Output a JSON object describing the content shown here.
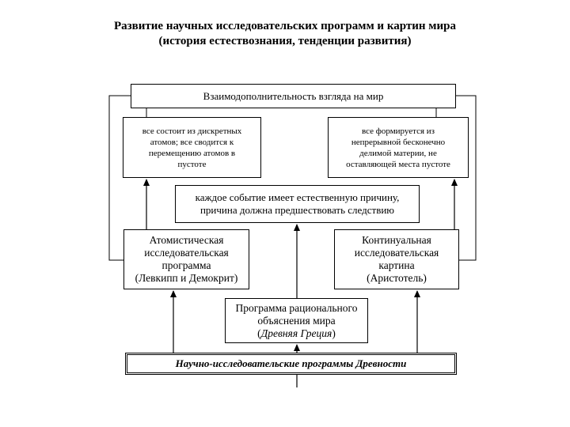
{
  "title": {
    "line1": "Развитие научных исследовательских программ и картин мира",
    "line2": "(история естествознания, тенденции развития)"
  },
  "top_box": "Взаимодополнительность взгляда на мир",
  "left_box": {
    "lines": [
      "все состоит из дискретных",
      "атомов; все сводится к",
      "перемещению атомов в",
      "пустоте"
    ]
  },
  "right_box": {
    "lines": [
      "все формируется из",
      "непрерывной бесконечно",
      "делимой материи, не",
      "оставляющей места пустоте"
    ]
  },
  "center_box": {
    "lines": [
      "каждое событие имеет естественную причину,",
      "причина должна предшествовать следствию"
    ]
  },
  "atomistic_box": {
    "lines": [
      "Атомистическая",
      "исследовательская",
      "программа",
      "(Левкипп и Демокрит)"
    ]
  },
  "continual_box": {
    "lines": [
      "Континуальная",
      "исследовательская",
      "картина",
      "(Аристотель)"
    ]
  },
  "rational_box": {
    "line1": "Программа рационального",
    "line2": "объяснения мира",
    "line3": "Древняя Греция"
  },
  "bottom_box": "Научно-исследовательские программы Древности"
}
